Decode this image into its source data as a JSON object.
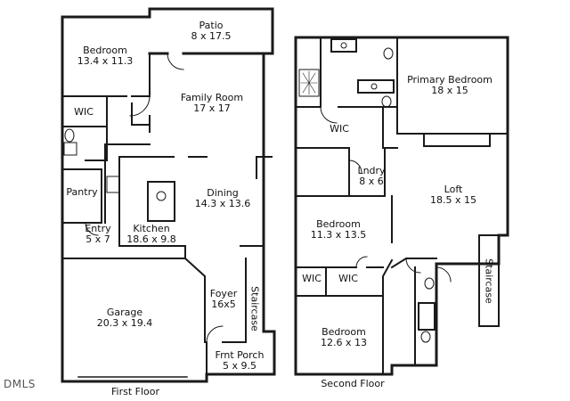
{
  "first_floor": {
    "caption": "First Floor",
    "rooms": {
      "patio": {
        "name": "Patio",
        "dim": "8 x 17.5"
      },
      "bedroom": {
        "name": "Bedroom",
        "dim": "13.4 x 11.3"
      },
      "family_room": {
        "name": "Family Room",
        "dim": "17 x 17"
      },
      "wic": {
        "name": "WIC"
      },
      "pantry": {
        "name": "Pantry"
      },
      "dining": {
        "name": "Dining",
        "dim": "14.3 x 13.6"
      },
      "entry": {
        "name": "Entry",
        "dim": "5 x 7"
      },
      "kitchen": {
        "name": "Kitchen",
        "dim": "18.6 x 9.8"
      },
      "garage": {
        "name": "Garage",
        "dim": "20.3 x 19.4"
      },
      "foyer": {
        "name": "Foyer",
        "dim": "16x5"
      },
      "staircase": {
        "name": "Staircase"
      },
      "front_porch": {
        "name": "Frnt Porch",
        "dim": "5 x 9.5"
      }
    }
  },
  "second_floor": {
    "caption": "Second Floor",
    "rooms": {
      "primary_bedroom": {
        "name": "Primary Bedroom",
        "dim": "18 x 15"
      },
      "wic_main": {
        "name": "WIC"
      },
      "laundry": {
        "name": "Lndry",
        "dim": "8 x 6"
      },
      "loft": {
        "name": "Loft",
        "dim": "18.5 x 15"
      },
      "bedroom_mid": {
        "name": "Bedroom",
        "dim": "11.3 x 13.5"
      },
      "staircase": {
        "name": "Staircase"
      },
      "wic_left": {
        "name": "WIC"
      },
      "wic_right": {
        "name": "WIC"
      },
      "bedroom_lower": {
        "name": "Bedroom",
        "dim": "12.6 x 13"
      }
    }
  },
  "watermark": "DMLS"
}
